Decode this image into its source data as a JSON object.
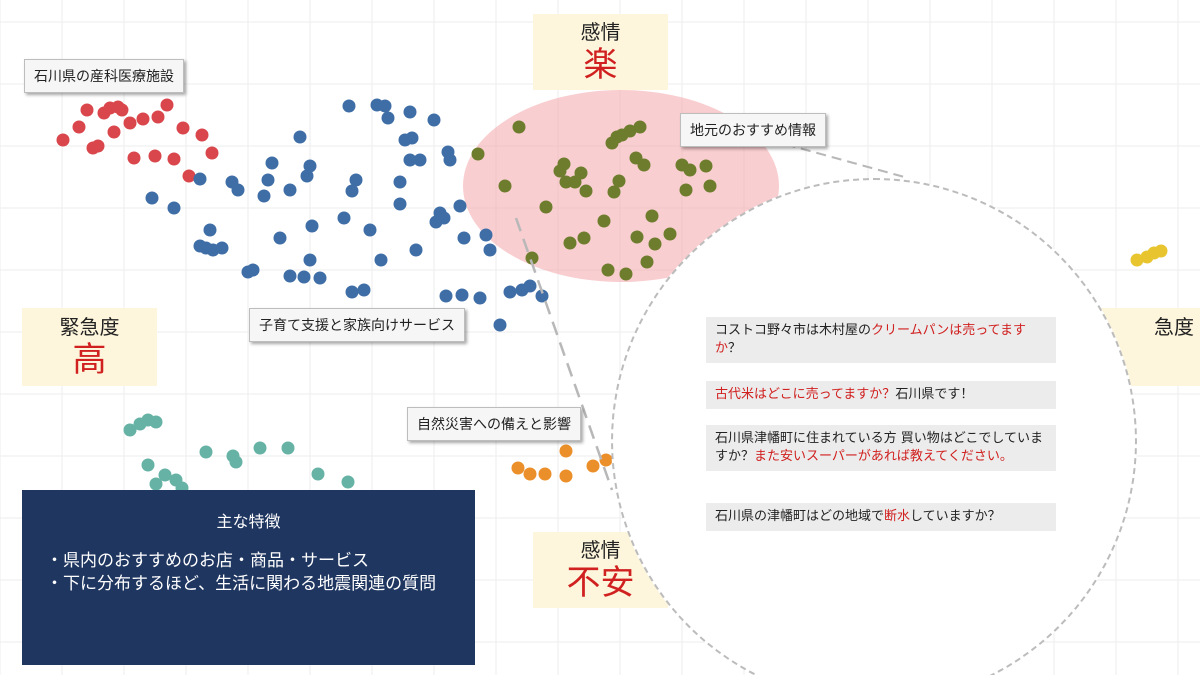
{
  "axes": {
    "top": {
      "caption": "感情",
      "value": "楽"
    },
    "bottom": {
      "caption": "感情",
      "value": "不安"
    },
    "left": {
      "caption": "緊急度",
      "value": "高"
    },
    "right": {
      "caption": "急度"
    }
  },
  "labels": {
    "medical": "石川県の産科医療施設",
    "local": "地元のおすすめ情報",
    "child": "子育て支援と家族向けサービス",
    "disaster": "自然災害への備えと影響"
  },
  "questions": [
    {
      "parts": [
        {
          "text": "コストコ野々市は木村屋の",
          "hl": false
        },
        {
          "text": "クリームパンは売ってますか",
          "hl": true
        },
        {
          "text": "？",
          "hl": false
        }
      ]
    },
    {
      "parts": [
        {
          "text": "古代米はどこに売ってますか？",
          "hl": true
        },
        {
          "text": "石川県です！",
          "hl": false
        }
      ]
    },
    {
      "parts": [
        {
          "text": "石川県津幡町に住まれている方 買い物はどこでしていますか？",
          "hl": false
        },
        {
          "text": "また安いスーパーがあれば教えてください。",
          "hl": true
        }
      ]
    },
    {
      "parts": [
        {
          "text": "石川県の津幡町はどの地域で",
          "hl": false
        },
        {
          "text": "断水",
          "hl": true
        },
        {
          "text": "していますか？",
          "hl": false
        }
      ]
    }
  ],
  "summary": {
    "title": "主な特徴",
    "bullets": [
      "・県内のおすすめのお店・商品・サービス",
      "・下に分布するほど、生活に関わる地震関連の質問"
    ]
  },
  "colors": {
    "red": "#d9464b",
    "blue": "#3f6ea7",
    "olive": "#6d7d2d",
    "teal": "#66b3a6",
    "orange": "#eb8f2b",
    "yellow": "#e8c52e",
    "highlight": "#d0201f"
  },
  "chart_data": {
    "type": "scatter",
    "grid": true,
    "series": [
      {
        "color": "red",
        "points": [
          [
            63,
            140
          ],
          [
            79,
            127
          ],
          [
            87,
            110
          ],
          [
            93,
            148
          ],
          [
            98,
            146
          ],
          [
            104,
            113
          ],
          [
            110,
            108
          ],
          [
            114,
            132
          ],
          [
            118,
            107
          ],
          [
            122,
            110
          ],
          [
            130,
            123
          ],
          [
            134,
            158
          ],
          [
            143,
            119
          ],
          [
            155,
            156
          ],
          [
            158,
            117
          ],
          [
            167,
            105
          ],
          [
            174,
            159
          ],
          [
            183,
            128
          ],
          [
            189,
            176
          ],
          [
            202,
            135
          ],
          [
            212,
            153
          ]
        ]
      },
      {
        "color": "blue",
        "points": [
          [
            152,
            198
          ],
          [
            174,
            208
          ],
          [
            200,
            179
          ],
          [
            210,
            230
          ],
          [
            200,
            246
          ],
          [
            206,
            248
          ],
          [
            213,
            250
          ],
          [
            222,
            248
          ],
          [
            232,
            182
          ],
          [
            238,
            190
          ],
          [
            248,
            272
          ],
          [
            253,
            270
          ],
          [
            264,
            196
          ],
          [
            268,
            180
          ],
          [
            272,
            163
          ],
          [
            280,
            238
          ],
          [
            290,
            190
          ],
          [
            290,
            276
          ],
          [
            300,
            137
          ],
          [
            304,
            277
          ],
          [
            307,
            176
          ],
          [
            310,
            166
          ],
          [
            312,
            226
          ],
          [
            310,
            260
          ],
          [
            320,
            278
          ],
          [
            344,
            218
          ],
          [
            349,
            106
          ],
          [
            352,
            191
          ],
          [
            352,
            292
          ],
          [
            356,
            180
          ],
          [
            364,
            290
          ],
          [
            370,
            230
          ],
          [
            377,
            105
          ],
          [
            381,
            260
          ],
          [
            385,
            106
          ],
          [
            388,
            118
          ],
          [
            400,
            204
          ],
          [
            400,
            182
          ],
          [
            405,
            140
          ],
          [
            410,
            112
          ],
          [
            410,
            160
          ],
          [
            412,
            138
          ],
          [
            416,
            250
          ],
          [
            420,
            160
          ],
          [
            434,
            120
          ],
          [
            436,
            222
          ],
          [
            440,
            213
          ],
          [
            444,
            218
          ],
          [
            448,
            152
          ],
          [
            446,
            296
          ],
          [
            450,
            160
          ],
          [
            462,
            295
          ],
          [
            464,
            238
          ],
          [
            460,
            206
          ],
          [
            480,
            298
          ],
          [
            486,
            235
          ],
          [
            490,
            250
          ],
          [
            500,
            325
          ],
          [
            510,
            292
          ],
          [
            522,
            290
          ],
          [
            530,
            286
          ],
          [
            542,
            296
          ]
        ]
      },
      {
        "color": "olive",
        "points": [
          [
            478,
            154
          ],
          [
            505,
            186
          ],
          [
            519,
            127
          ],
          [
            532,
            258
          ],
          [
            546,
            207
          ],
          [
            560,
            171
          ],
          [
            564,
            164
          ],
          [
            566,
            182
          ],
          [
            570,
            243
          ],
          [
            575,
            182
          ],
          [
            581,
            173
          ],
          [
            584,
            238
          ],
          [
            586,
            191
          ],
          [
            604,
            221
          ],
          [
            608,
            270
          ],
          [
            612,
            143
          ],
          [
            614,
            192
          ],
          [
            617,
            137
          ],
          [
            619,
            181
          ],
          [
            622,
            135
          ],
          [
            626,
            274
          ],
          [
            630,
            131
          ],
          [
            636,
            158
          ],
          [
            637,
            237
          ],
          [
            640,
            127
          ],
          [
            644,
            165
          ],
          [
            647,
            262
          ],
          [
            652,
            216
          ],
          [
            655,
            244
          ],
          [
            670,
            234
          ],
          [
            682,
            165
          ],
          [
            686,
            190
          ],
          [
            690,
            170
          ],
          [
            706,
            166
          ],
          [
            710,
            186
          ]
        ]
      },
      {
        "color": "teal",
        "points": [
          [
            130,
            430
          ],
          [
            140,
            424
          ],
          [
            148,
            420
          ],
          [
            156,
            422
          ],
          [
            148,
            465
          ],
          [
            156,
            484
          ],
          [
            165,
            475
          ],
          [
            176,
            480
          ],
          [
            182,
            488
          ],
          [
            206,
            452
          ],
          [
            233,
            456
          ],
          [
            236,
            462
          ],
          [
            260,
            448
          ],
          [
            288,
            448
          ],
          [
            318,
            474
          ],
          [
            348,
            482
          ]
        ]
      },
      {
        "color": "orange",
        "points": [
          [
            518,
            468
          ],
          [
            530,
            474
          ],
          [
            545,
            474
          ],
          [
            566,
            451
          ],
          [
            566,
            476
          ],
          [
            593,
            466
          ],
          [
            606,
            460
          ]
        ]
      },
      {
        "color": "yellow",
        "points": [
          [
            1137,
            260
          ],
          [
            1147,
            257
          ],
          [
            1154,
            253
          ],
          [
            1161,
            251
          ]
        ]
      }
    ]
  }
}
